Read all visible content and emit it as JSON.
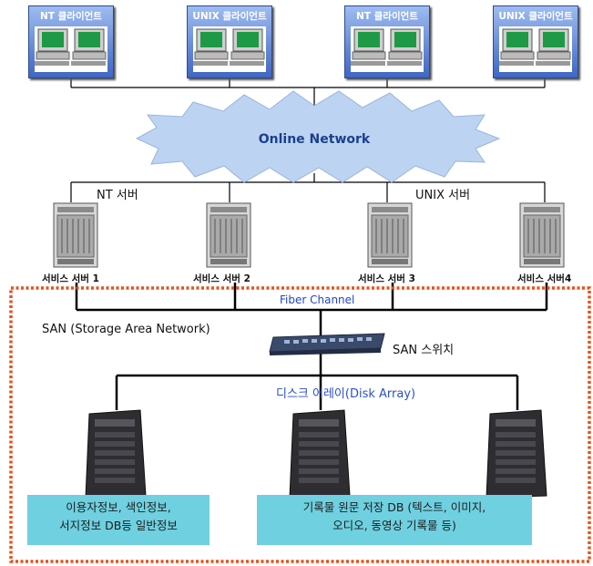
{
  "clients": [
    {
      "label": "NT 클라이언트"
    },
    {
      "label": "UNIX 클라이언트"
    },
    {
      "label": "NT 클라이언트"
    },
    {
      "label": "UNIX 클라이언트"
    }
  ],
  "network": {
    "label": "Online Network"
  },
  "server_groups": {
    "nt": "NT 서버",
    "unix": "UNIX  서버"
  },
  "servers": [
    {
      "label": "서비스 서버 1"
    },
    {
      "label": "서비스 서버 2"
    },
    {
      "label": "서비스 서버 3"
    },
    {
      "label": "서비스 서버4"
    }
  ],
  "fiber": {
    "label": "Fiber Channel"
  },
  "san": {
    "label": "SAN (Storage Area Network)",
    "switch_label": "SAN 스위치"
  },
  "disk_array": {
    "label": "디스크 어레이(Disk Array)"
  },
  "info_boxes": {
    "left": {
      "line1": "이용자정보, 색인정보,",
      "line2": "서지정보 DB등 일반정보"
    },
    "right": {
      "line1": "기록물 원문 저장 DB (텍스트, 이미지,",
      "line2": "오디오, 동영상 기록물 등)"
    }
  },
  "colors": {
    "client_box": "#3e66c4",
    "cloud": "#bcd4f2",
    "san_border": "#e8501a",
    "info_box": "#6fd0e0",
    "disk_label": "#2a4fd0"
  }
}
